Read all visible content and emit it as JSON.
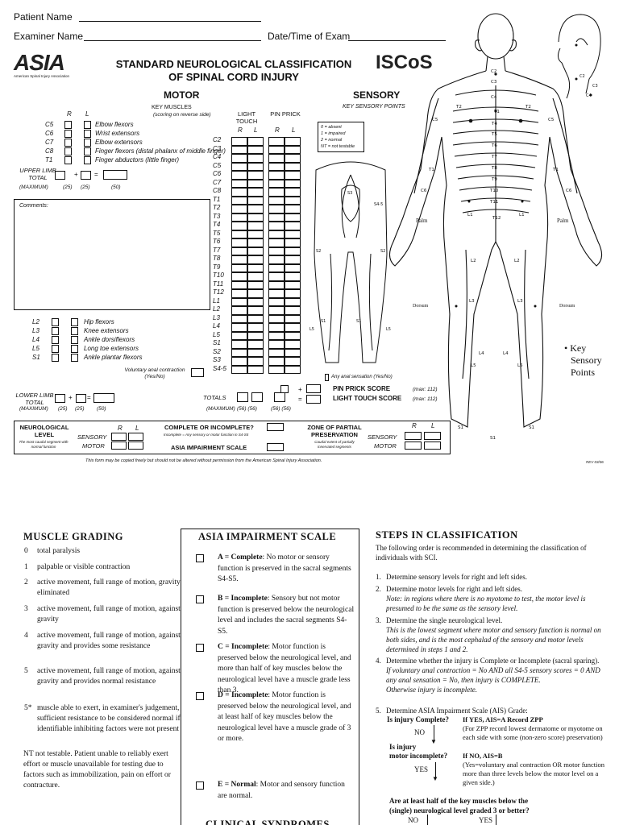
{
  "header": {
    "patient_name_label": "Patient Name",
    "examiner_name_label": "Examiner Name",
    "datetime_label": "Date/Time of Exam",
    "asia_logo": "ASIA",
    "asia_logo_sub": "American Spinal Injury Association",
    "title_line1": "STANDARD NEUROLOGICAL CLASSIFICATION",
    "title_line2": "OF SPINAL CORD INJURY",
    "iscos_logo": "ISCoS"
  },
  "motor": {
    "heading": "MOTOR",
    "subheading": "KEY MUSCLES",
    "subnote": "(scoring on reverse side)",
    "col_r": "R",
    "col_l": "L",
    "upper": [
      {
        "seg": "C5",
        "muscle": "Elbow flexors"
      },
      {
        "seg": "C6",
        "muscle": "Wrist extensors"
      },
      {
        "seg": "C7",
        "muscle": "Elbow extensors"
      },
      {
        "seg": "C8",
        "muscle": "Finger flexors (distal phalanx of middle finger)"
      },
      {
        "seg": "T1",
        "muscle": "Finger abductors (little finger)"
      }
    ],
    "upper_total_label1": "UPPER LIMB",
    "upper_total_label2": "TOTAL",
    "upper_max": "(MAXIMUM)",
    "upper_max_r": "(25)",
    "upper_max_l": "(25)",
    "upper_max_t": "(50)",
    "comments_label": "Comments:",
    "lower": [
      {
        "seg": "L2",
        "muscle": "Hip flexors"
      },
      {
        "seg": "L3",
        "muscle": "Knee extensors"
      },
      {
        "seg": "L4",
        "muscle": "Ankle dorsiflexors"
      },
      {
        "seg": "L5",
        "muscle": "Long toe extensors"
      },
      {
        "seg": "S1",
        "muscle": "Ankle plantar flexors"
      }
    ],
    "anal_label1": "Voluntary anal contraction",
    "anal_label2": "(Yes/No)",
    "lower_total_label1": "LOWER LIMB",
    "lower_total_label2": "TOTAL",
    "lower_max": "(MAXIMUM)",
    "lower_max_r": "(25)",
    "lower_max_l": "(25)",
    "lower_max_t": "(50)",
    "plus": "+",
    "equals": "="
  },
  "sensory": {
    "heading": "SENSORY",
    "subheading": "KEY SENSORY POINTS",
    "light_touch": "LIGHT TOUCH",
    "pin_prick": "PIN PRICK",
    "col_r": "R",
    "col_l": "L",
    "legend": [
      "0 = absent",
      "1 = impaired",
      "2 = normal",
      "NT = not testable"
    ],
    "segments": [
      "C2",
      "C3",
      "C4",
      "C5",
      "C6",
      "C7",
      "C8",
      "T1",
      "T2",
      "T3",
      "T4",
      "T5",
      "T6",
      "T7",
      "T8",
      "T9",
      "T10",
      "T11",
      "T12",
      "L1",
      "L2",
      "L3",
      "L4",
      "L5",
      "S1",
      "S2",
      "S3",
      "S4-5"
    ],
    "any_anal": "Any anal sensation (Yes/No)",
    "pin_prick_score": "PIN PRICK SCORE",
    "light_touch_score": "LIGHT TOUCH SCORE",
    "max112a": "(max: 112)",
    "max112b": "(max: 112)",
    "totals_label": "TOTALS",
    "totals_max": "(MAXIMUM)",
    "totals_max_vals": "(56) (56)",
    "totals_max_vals2": "(56) (56)"
  },
  "bottom_row": {
    "neuro_level": "NEUROLOGICAL LEVEL",
    "neuro_note": "The most caudal segment with normal function",
    "sensory": "SENSORY",
    "motor": "MOTOR",
    "r": "R",
    "l": "L",
    "complete_q": "COMPLETE OR INCOMPLETE?",
    "complete_note": "Incomplete = Any sensory or motor function in S4-S5",
    "ais_label": "ASIA IMPAIRMENT SCALE",
    "zpp": "ZONE OF PARTIAL PRESERVATION",
    "zpp_note": "Caudal extent of partially innervated segments",
    "zpp_sensory": "SENSORY",
    "zpp_motor": "MOTOR"
  },
  "footer_note": "This form may be copied freely but should not be altered without permission from the American Spinal Injury Association.",
  "rev": "REV 03/06",
  "diagram": {
    "key_points_label1": "• Key",
    "key_points_label2": "Sensory",
    "key_points_label3": "Points",
    "palm_left": "Palm",
    "palm_right": "Palm",
    "dorsum_left": "Dorsum",
    "dorsum_right": "Dorsum"
  },
  "muscle_grading": {
    "title": "MUSCLE GRADING",
    "items": [
      {
        "n": "0",
        "t": "total paralysis"
      },
      {
        "n": "1",
        "t": "palpable or visible contraction"
      },
      {
        "n": "2",
        "t": "active movement, full range of motion, gravity eliminated"
      },
      {
        "n": "3",
        "t": "active movement, full range of motion, against gravity"
      },
      {
        "n": "4",
        "t": "active movement, full range of motion, against gravity and provides some resistance"
      },
      {
        "n": "5",
        "t": "active movement, full range of motion, against gravity and provides normal resistance"
      },
      {
        "n": "5*",
        "t": "muscle able to exert, in examiner's judgement, sufficient resistance to be considered normal if identifiable inhibiting factors were not present"
      }
    ],
    "nt_note": "NT not testable. Patient unable to reliably exert effort or muscle unavailable for testing due to factors such as immobilization, pain on effort or contracture."
  },
  "ais": {
    "title": "ASIA IMPAIRMENT SCALE",
    "items": [
      {
        "head": "A = Complete",
        "t": ": No motor or sensory function is preserved in the sacral segments S4-S5."
      },
      {
        "head": "B = Incomplete",
        "t": ": Sensory but not motor function is preserved below the neurological level and includes the sacral segments S4-S5."
      },
      {
        "head": "C = Incomplete",
        "t": ": Motor function is preserved below the neurological level, and more than half of key muscles below the neurological level have a muscle grade less than 3."
      },
      {
        "head": "D = Incomplete",
        "t": ": Motor function is preserved below the neurological level, and at least half of key muscles below the neurological level have a muscle grade of 3 or more."
      },
      {
        "head": "E = Normal",
        "t": ": Motor and sensory function are normal."
      }
    ],
    "clinical": "CLINICAL SYNDROMES"
  },
  "steps": {
    "title": "STEPS IN CLASSIFICATION",
    "intro": "The following order is recommended in determining the classification of individuals with SCI.",
    "s1": "Determine sensory levels for right and left sides.",
    "s2": "Determine motor levels for right and left sides.",
    "s2_note": "Note: in regions where there is no myotome to test, the motor level is presumed to be the same as the sensory level.",
    "s3": "Determine the single neurological level.",
    "s3_note": "This is the lowest segment where motor and sensory function is normal on both sides, and is the most cephalad of the sensory and motor levels determined in steps 1 and 2.",
    "s4": "Determine whether the injury is Complete or Incomplete (sacral sparing).",
    "s4_note1": "If voluntary anal contraction = No AND all S4-5 sensory scores = 0 AND any anal sensation = No, then injury is COMPLETE.",
    "s4_note2": "Otherwise injury is incomplete.",
    "s5": "Determine ASIA Impairment Scale (AIS) Grade:",
    "q1": "Is injury Complete?",
    "q1_yes": "If YES, AIS=A Record ZPP",
    "q1_yes_note": "(For ZPP record lowest dermatome or myotome on each side with some (non-zero score) preservation)",
    "no1": "NO",
    "q2a": "Is injury",
    "q2b": "motor incomplete?",
    "q2_no": "If NO, AIS=B",
    "q2_no_note": "(Yes=voluntary anal contraction OR motor function more than three levels below the motor level on a given side.)",
    "yes1": "YES",
    "q3a": "Are at least half of the key muscles below the",
    "q3b": "(single) neurological level graded 3 or better?",
    "no2": "NO",
    "yes2": "YES"
  }
}
